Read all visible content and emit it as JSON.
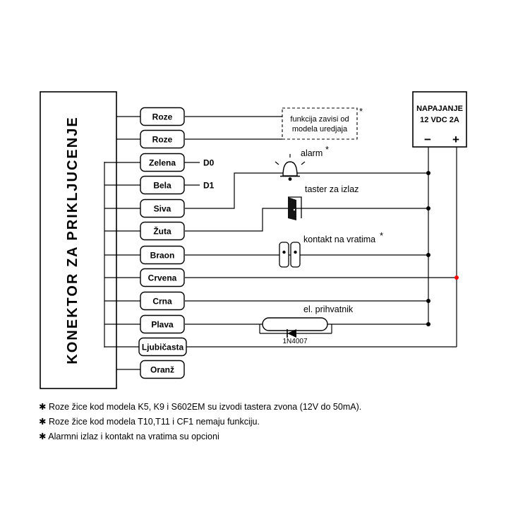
{
  "connector": {
    "label": "KONEKTOR ZA PRIKLJUCENJE"
  },
  "wires": [
    {
      "label": "Roze"
    },
    {
      "label": "Roze"
    },
    {
      "label": "Zelena",
      "tag": "D0"
    },
    {
      "label": "Bela",
      "tag": "D1"
    },
    {
      "label": "Siva"
    },
    {
      "label": "Žuta"
    },
    {
      "label": "Braon"
    },
    {
      "label": "Crvena"
    },
    {
      "label": "Crna"
    },
    {
      "label": "Plava"
    },
    {
      "label": "Ljubičasta"
    },
    {
      "label": "Oranž"
    }
  ],
  "power": {
    "line1": "NAPAJANJE",
    "line2": "12 VDC 2A",
    "minus": "−",
    "plus": "+"
  },
  "devices": {
    "note_box": {
      "line1": "funkcija zavisi od",
      "line2": "modela uredjaja",
      "star": "*"
    },
    "alarm": {
      "label": "alarm",
      "star": "*",
      "icon": "bell-icon"
    },
    "exit_button": {
      "label": "taster za izlaz",
      "icon": "door-icon"
    },
    "door_contact": {
      "label": "kontakt na vratima",
      "star": "*",
      "icon": "magnetic-contact-icon"
    },
    "strike": {
      "label": "el. prihvatnik",
      "diode": "1N4007",
      "icon": "electric-strike-icon"
    }
  },
  "footnotes": [
    "✱ Roze žice kod modela K5, K9 i S602EM su izvodi tastera zvona (12V do 50mA).",
    "✱ Roze žice kod modela T10,T11 i CF1 nemaju funkciju.",
    "✱ Alarmni izlaz i kontakt na vratima su opcioni"
  ],
  "colors": {
    "red": "#ff0000",
    "black": "#000000"
  }
}
